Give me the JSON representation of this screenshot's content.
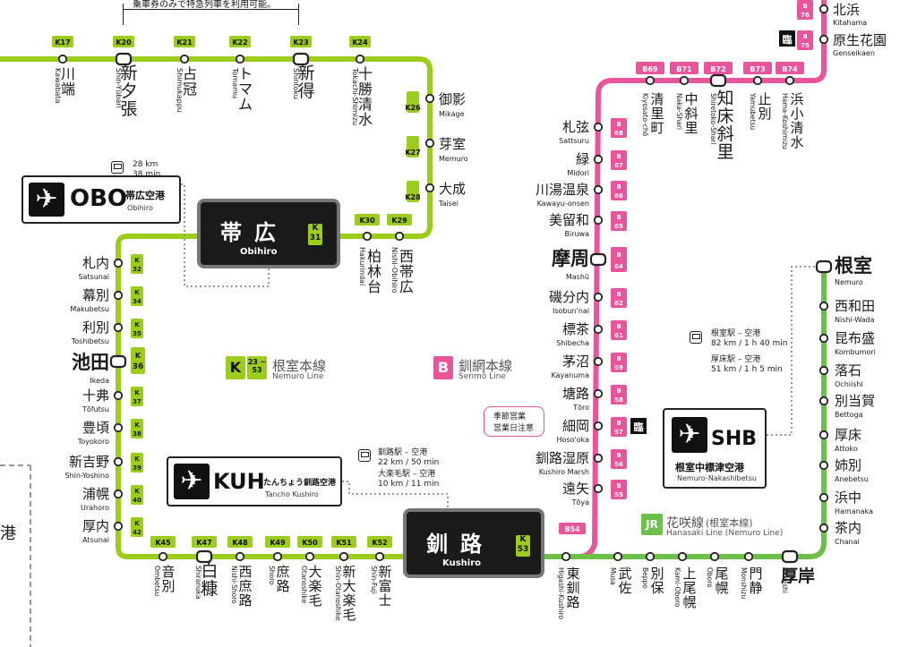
{
  "colors": {
    "nemuro": "#9ccc1c",
    "senmo": "#e8559a",
    "hanasaki": "#6cc04a",
    "white": "#ffffff",
    "ink": "#1a1a1a"
  },
  "top_notice": "乗車券のみで特急列車を利用可能。",
  "left_edge_char": "港",
  "nemuro_top": [
    {
      "code": "K17",
      "jp": "川端",
      "en": "Kawabata"
    },
    {
      "code": "K20",
      "jp": "新夕張",
      "en": "Shin-Yūbari",
      "major": true
    },
    {
      "code": "K21",
      "jp": "占冠",
      "en": "Shimukappu"
    },
    {
      "code": "K22",
      "jp": "トマム",
      "en": "Tomamu"
    },
    {
      "code": "K23",
      "jp": "新得",
      "en": "Shintoku",
      "major": true
    },
    {
      "code": "K24",
      "jp": "十勝清水",
      "en": "Tokachi-Shimizu"
    }
  ],
  "nemuro_right": [
    {
      "code": "K26",
      "jp": "御影",
      "en": "Mikage"
    },
    {
      "code": "K27",
      "jp": "芽室",
      "en": "Memuro"
    },
    {
      "code": "K28",
      "jp": "大成",
      "en": "Taisei"
    }
  ],
  "nemuro_mid": [
    {
      "code": "K30",
      "jp": "柏林台",
      "en": "Hakurindai"
    },
    {
      "code": "K29",
      "jp": "西帯広",
      "en": "Nishi-Obihiro"
    }
  ],
  "obihiro": {
    "jp": "帯広",
    "en": "Obihiro",
    "code": "K 31"
  },
  "nemuro_left": [
    {
      "code": "K32",
      "jp": "札内",
      "en": "Satsunai"
    },
    {
      "code": "K34",
      "jp": "幕別",
      "en": "Makubetsu"
    },
    {
      "code": "K35",
      "jp": "利別",
      "en": "Toshibetsu"
    },
    {
      "code": "K36",
      "jp": "池田",
      "en": "Ikeda",
      "major": true
    },
    {
      "code": "K37",
      "jp": "十弗",
      "en": "Tōfutsu"
    },
    {
      "code": "K38",
      "jp": "豊頃",
      "en": "Toyokoro"
    },
    {
      "code": "K39",
      "jp": "新吉野",
      "en": "Shin-Yoshino"
    },
    {
      "code": "K40",
      "jp": "浦幌",
      "en": "Urahoro"
    },
    {
      "code": "K42",
      "jp": "厚内",
      "en": "Atsunai"
    }
  ],
  "nemuro_bottom": [
    {
      "code": "K45",
      "jp": "音別",
      "en": "Ombetsu"
    },
    {
      "code": "K47",
      "jp": "白糠",
      "en": "Shiranuka",
      "major": true
    },
    {
      "code": "K48",
      "jp": "西庶路",
      "en": "Nishi-Shoro"
    },
    {
      "code": "K49",
      "jp": "庶路",
      "en": "Shoro"
    },
    {
      "code": "K50",
      "jp": "大楽毛",
      "en": "Otanoshike"
    },
    {
      "code": "K51",
      "jp": "新大楽毛",
      "en": "Shin-Otanoshike"
    },
    {
      "code": "K52",
      "jp": "新富士",
      "en": "Shin-Fuji"
    }
  ],
  "kushiro": {
    "jp": "釧路",
    "en": "Kushiro",
    "code": "K 53"
  },
  "senmo_top": [
    {
      "code": "B69",
      "jp": "清里町",
      "en": "Kiyosato-chō"
    },
    {
      "code": "B71",
      "jp": "中斜里",
      "en": "Naka-Shari"
    },
    {
      "code": "B72",
      "jp": "知床斜里",
      "en": "Shiretoko-Shari",
      "major": true
    },
    {
      "code": "B73",
      "jp": "止別",
      "en": "Yamubetsu"
    },
    {
      "code": "B74",
      "jp": "浜小清水",
      "en": "Hama-Koshimizu"
    }
  ],
  "senmo_right": [
    {
      "code": "B 76",
      "jp": "北浜",
      "en": "Kitahama"
    },
    {
      "code": "B 75",
      "jp": "原生花園",
      "en": "Genseikaen",
      "temp": "臨"
    }
  ],
  "senmo_left": [
    {
      "code": "B 68",
      "jp": "札弦",
      "en": "Sattsuru"
    },
    {
      "code": "B 67",
      "jp": "緑",
      "en": "Midori"
    },
    {
      "code": "B 66",
      "jp": "川湯温泉",
      "en": "Kawayu-onsen"
    },
    {
      "code": "B 65",
      "jp": "美留和",
      "en": "Biruwa"
    },
    {
      "code": "B 64",
      "jp": "摩周",
      "en": "Mashū",
      "major": true
    },
    {
      "code": "B 62",
      "jp": "磯分内",
      "en": "Isobun'nai"
    },
    {
      "code": "B 61",
      "jp": "標茶",
      "en": "Shibecha"
    },
    {
      "code": "B 59",
      "jp": "茅沼",
      "en": "Kayanuma"
    },
    {
      "code": "B 58",
      "jp": "塘路",
      "en": "Tōro"
    },
    {
      "code": "B 57",
      "jp": "細岡",
      "en": "Hoso'oka",
      "temp": "臨"
    },
    {
      "code": "B 56",
      "jp": "釧路湿原",
      "en": "Kushiro Marsh"
    },
    {
      "code": "B 55",
      "jp": "遠矢",
      "en": "Tōya"
    }
  ],
  "senmo_b54": "B54",
  "seasonal_note": [
    "季節営業",
    "営業日注意"
  ],
  "hanasaki_bottom": [
    {
      "jp": "東釧路",
      "en": "Higashi-Kushiro"
    },
    {
      "jp": "武佐",
      "en": "Musa"
    },
    {
      "jp": "別保",
      "en": "Beppo"
    },
    {
      "jp": "上尾幌",
      "en": "Kami-Oboro"
    },
    {
      "jp": "尾幌",
      "en": "Oboro"
    },
    {
      "jp": "門静",
      "en": "Monshizu"
    },
    {
      "jp": "厚岸",
      "en": "Akkeshi",
      "major": true
    }
  ],
  "hanasaki_right": [
    {
      "jp": "根室",
      "en": "Nemuro",
      "major": true
    },
    {
      "jp": "西和田",
      "en": "Nishi-Wada"
    },
    {
      "jp": "昆布盛",
      "en": "Kombumori"
    },
    {
      "jp": "落石",
      "en": "Ochiishi"
    },
    {
      "jp": "別当賀",
      "en": "Bettoga"
    },
    {
      "jp": "厚床",
      "en": "Attoko"
    },
    {
      "jp": "姉別",
      "en": "Anebetsu"
    },
    {
      "jp": "浜中",
      "en": "Hamanaka"
    },
    {
      "jp": "茶内",
      "en": "Chanai"
    }
  ],
  "legend": {
    "nemuro": {
      "badge": "K",
      "nums": "23 ~ 53",
      "jp": "根室本線",
      "en": "Nemuro Line"
    },
    "senmo": {
      "badge": "B",
      "jp": "釧網本線",
      "en": "Senmō Line"
    },
    "hanasaki": {
      "badge": "JR",
      "jp": "花咲線",
      "jp_sub": "(根室本線)",
      "en": "Hanasaki Line (Nemuro Line)"
    }
  },
  "airports": {
    "obo": {
      "code": "OBO",
      "jp": "帯広空港",
      "en": "Obihiro"
    },
    "kuh": {
      "code": "KUH",
      "jp": "たんちょう釧路空港",
      "en": "Tancho Kushiro"
    },
    "shb": {
      "code": "SHB",
      "jp": "根室中標津空港",
      "en": "Nemuro-Nakashibetsu"
    }
  },
  "bus_info": {
    "obihiro": [
      "28 km",
      "38 min"
    ],
    "kushiro": [
      "釧路駅 – 空港",
      "22 km / 50 min",
      "大楽毛駅 – 空港",
      "10 km / 11 min"
    ],
    "nemuro": [
      "根室駅 – 空港",
      "82 km / 1 h 40 min",
      "厚床駅 – 空港",
      "51 km / 1 h 5 min"
    ]
  }
}
